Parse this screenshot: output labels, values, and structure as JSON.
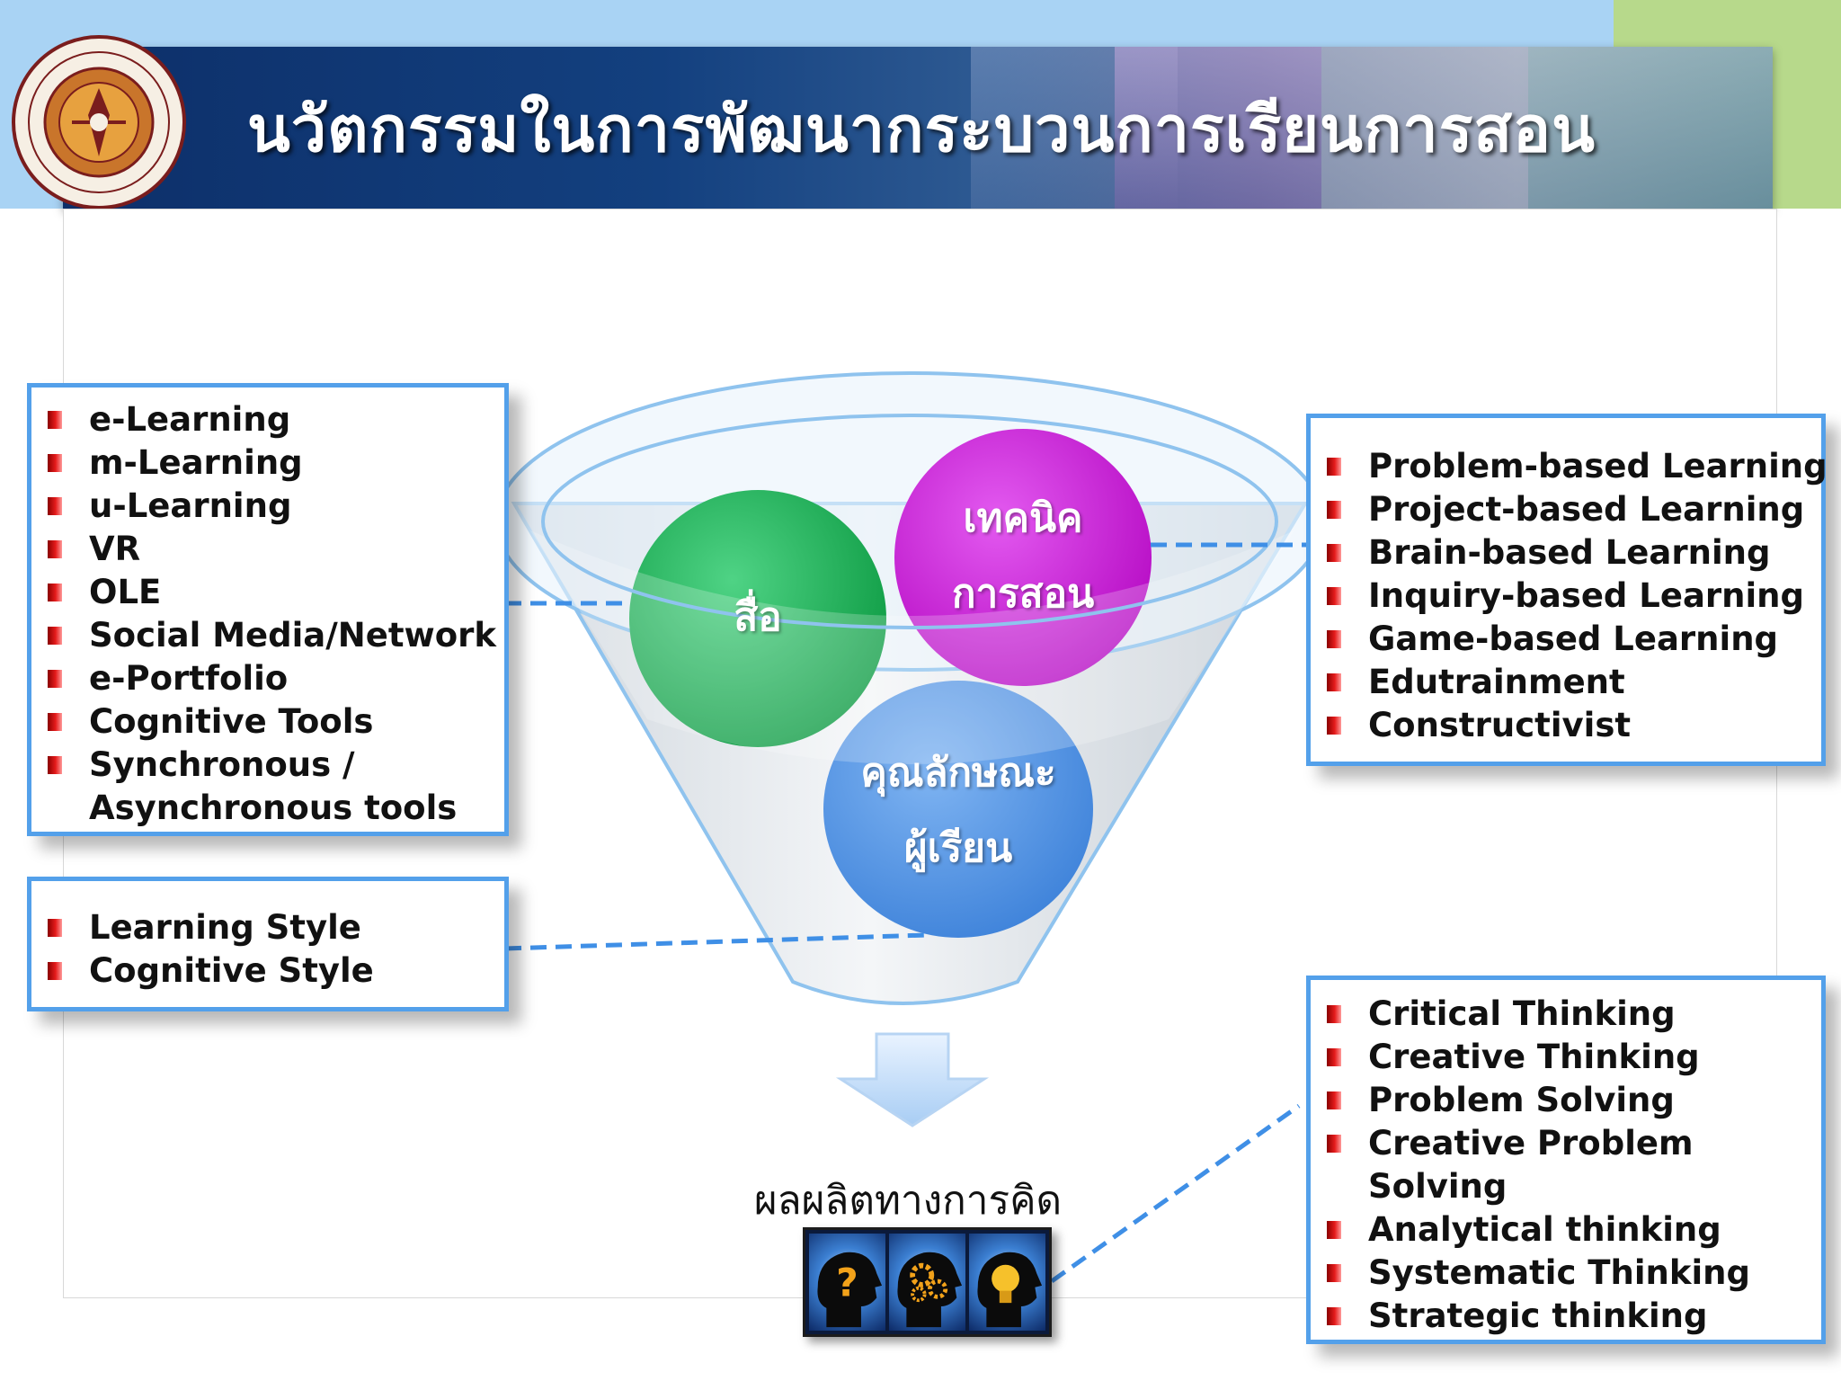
{
  "header": {
    "title": "นวัตกรรมในการพัฒนากระบวนการเรียนการสอน"
  },
  "funnel": {
    "circles": [
      {
        "id": "media",
        "label": "สื่อ",
        "color": "#1fae55"
      },
      {
        "id": "technique",
        "lines": [
          "เทคนิค",
          "การสอน"
        ],
        "color": "#c21dcf"
      },
      {
        "id": "learner",
        "lines": [
          "คุณลักษณะ",
          "ผู้เรียน"
        ],
        "color": "#4b8fe3"
      }
    ],
    "output_label": "ผลผลิตทางการคิด"
  },
  "media_box": {
    "items": [
      "e-Learning",
      "m-Learning",
      "u-Learning",
      "VR",
      "OLE",
      "Social Media/Network",
      "e-Portfolio",
      "Cognitive Tools",
      "Synchronous /"
    ],
    "continuation": "Asynchronous tools"
  },
  "style_box": {
    "items": [
      "Learning Style",
      "Cognitive Style"
    ]
  },
  "technique_box": {
    "items": [
      "Problem-based Learning",
      "Project-based Learning",
      "Brain-based Learning",
      "Inquiry-based Learning",
      "Game-based Learning",
      "Edutrainment",
      "Constructivist"
    ]
  },
  "output_box": {
    "items": [
      "Critical Thinking",
      "Creative Thinking",
      "Problem Solving",
      "Creative Problem",
      "Analytical thinking",
      "Systematic Thinking",
      "Strategic thinking"
    ],
    "continuation": "Solving"
  },
  "colors": {
    "banner": "#13407f",
    "box_border": "#53a0ea",
    "bullet": "#e51b1b",
    "connector": "#3f8fe6"
  },
  "icons": [
    "question-head-icon",
    "gears-head-icon",
    "lightbulb-head-icon",
    "down-arrow-icon"
  ]
}
